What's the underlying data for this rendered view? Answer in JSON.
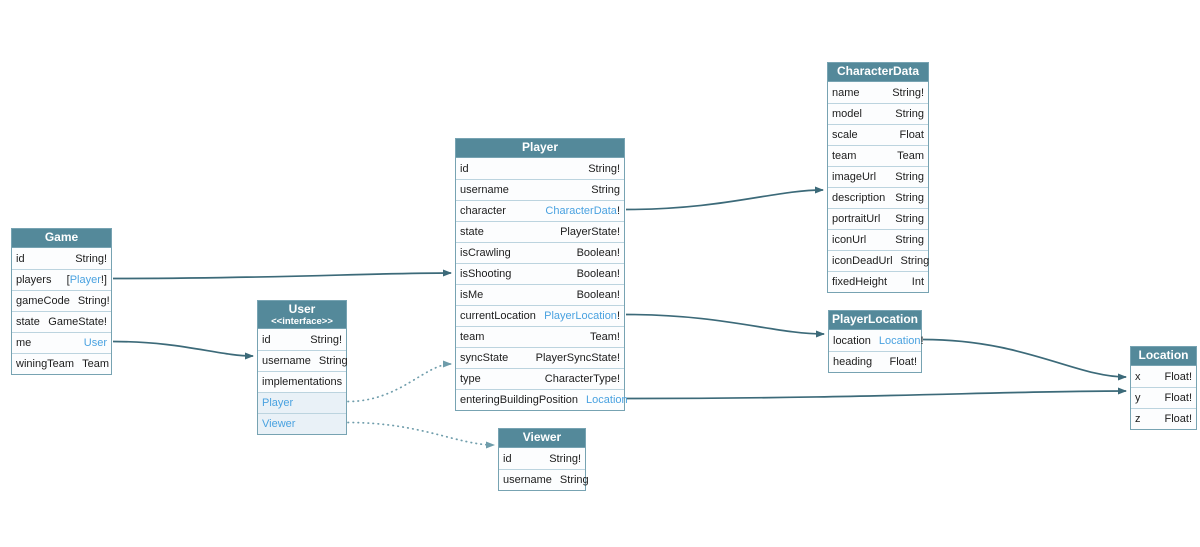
{
  "diagram": {
    "colors": {
      "header_bg": "#54899a",
      "header_text": "#ffffff",
      "row_bg": "#fcfdfe",
      "impl_row_bg": "#e9f1f7",
      "row_border": "#bcd4df",
      "table_border": "#77a3b2",
      "text": "#1c1c1c",
      "link": "#4aa2e0",
      "edge": "#3c6a79",
      "edge_dotted": "#6f9dab"
    },
    "tables": [
      {
        "name": "Game",
        "fields": [
          {
            "name": "id",
            "type": "String!"
          },
          {
            "name": "players",
            "type_prefix": "[",
            "type_link": "Player",
            "type_suffix": "!]"
          },
          {
            "name": "gameCode",
            "type": "String!"
          },
          {
            "name": "state",
            "type": "GameState!"
          },
          {
            "name": "me",
            "type_link": "User"
          },
          {
            "name": "winingTeam",
            "type": "Team"
          }
        ]
      },
      {
        "name": "User",
        "stereotype": "<<interface>>",
        "fields": [
          {
            "name": "id",
            "type": "String!"
          },
          {
            "name": "username",
            "type": "String"
          },
          {
            "label": "implementations"
          },
          {
            "link_row": "Player"
          },
          {
            "link_row": "Viewer"
          }
        ]
      },
      {
        "name": "Player",
        "fields": [
          {
            "name": "id",
            "type": "String!"
          },
          {
            "name": "username",
            "type": "String"
          },
          {
            "name": "character",
            "type_link": "CharacterData",
            "type_suffix": "!"
          },
          {
            "name": "state",
            "type": "PlayerState!"
          },
          {
            "name": "isCrawling",
            "type": "Boolean!"
          },
          {
            "name": "isShooting",
            "type": "Boolean!"
          },
          {
            "name": "isMe",
            "type": "Boolean!"
          },
          {
            "name": "currentLocation",
            "type_link": "PlayerLocation",
            "type_suffix": "!"
          },
          {
            "name": "team",
            "type": "Team!"
          },
          {
            "name": "syncState",
            "type": "PlayerSyncState!"
          },
          {
            "name": "type",
            "type": "CharacterType!"
          },
          {
            "name": "enteringBuildingPosition",
            "type_link": "Location"
          }
        ]
      },
      {
        "name": "Viewer",
        "fields": [
          {
            "name": "id",
            "type": "String!"
          },
          {
            "name": "username",
            "type": "String"
          }
        ]
      },
      {
        "name": "CharacterData",
        "fields": [
          {
            "name": "name",
            "type": "String!"
          },
          {
            "name": "model",
            "type": "String"
          },
          {
            "name": "scale",
            "type": "Float"
          },
          {
            "name": "team",
            "type": "Team"
          },
          {
            "name": "imageUrl",
            "type": "String"
          },
          {
            "name": "description",
            "type": "String"
          },
          {
            "name": "portraitUrl",
            "type": "String"
          },
          {
            "name": "iconUrl",
            "type": "String"
          },
          {
            "name": "iconDeadUrl",
            "type": "String"
          },
          {
            "name": "fixedHeight",
            "type": "Int"
          }
        ]
      },
      {
        "name": "PlayerLocation",
        "fields": [
          {
            "name": "location",
            "type_link": "Location",
            "type_suffix": "!"
          },
          {
            "name": "heading",
            "type": "Float!"
          }
        ]
      },
      {
        "name": "Location",
        "fields": [
          {
            "name": "x",
            "type": "Float!"
          },
          {
            "name": "y",
            "type": "Float!"
          },
          {
            "name": "z",
            "type": "Float!"
          }
        ]
      }
    ],
    "edges": [
      {
        "from_table": "Game",
        "from_field": "players",
        "to": "Player",
        "style": "solid"
      },
      {
        "from_table": "Game",
        "from_field": "me",
        "to": "User",
        "style": "solid"
      },
      {
        "from_table": "Player",
        "from_field": "character",
        "to": "CharacterData",
        "style": "solid"
      },
      {
        "from_table": "Player",
        "from_field": "currentLocation",
        "to": "PlayerLocation",
        "style": "solid"
      },
      {
        "from_table": "Player",
        "from_field": "enteringBuildingPosition",
        "to": "Location",
        "style": "solid"
      },
      {
        "from_table": "PlayerLocation",
        "from_field": "location",
        "to": "Location",
        "style": "solid"
      },
      {
        "from_table": "User",
        "from_field": "Player",
        "to": "Player",
        "style": "dotted"
      },
      {
        "from_table": "User",
        "from_field": "Viewer",
        "to": "Viewer",
        "style": "dotted"
      }
    ]
  }
}
